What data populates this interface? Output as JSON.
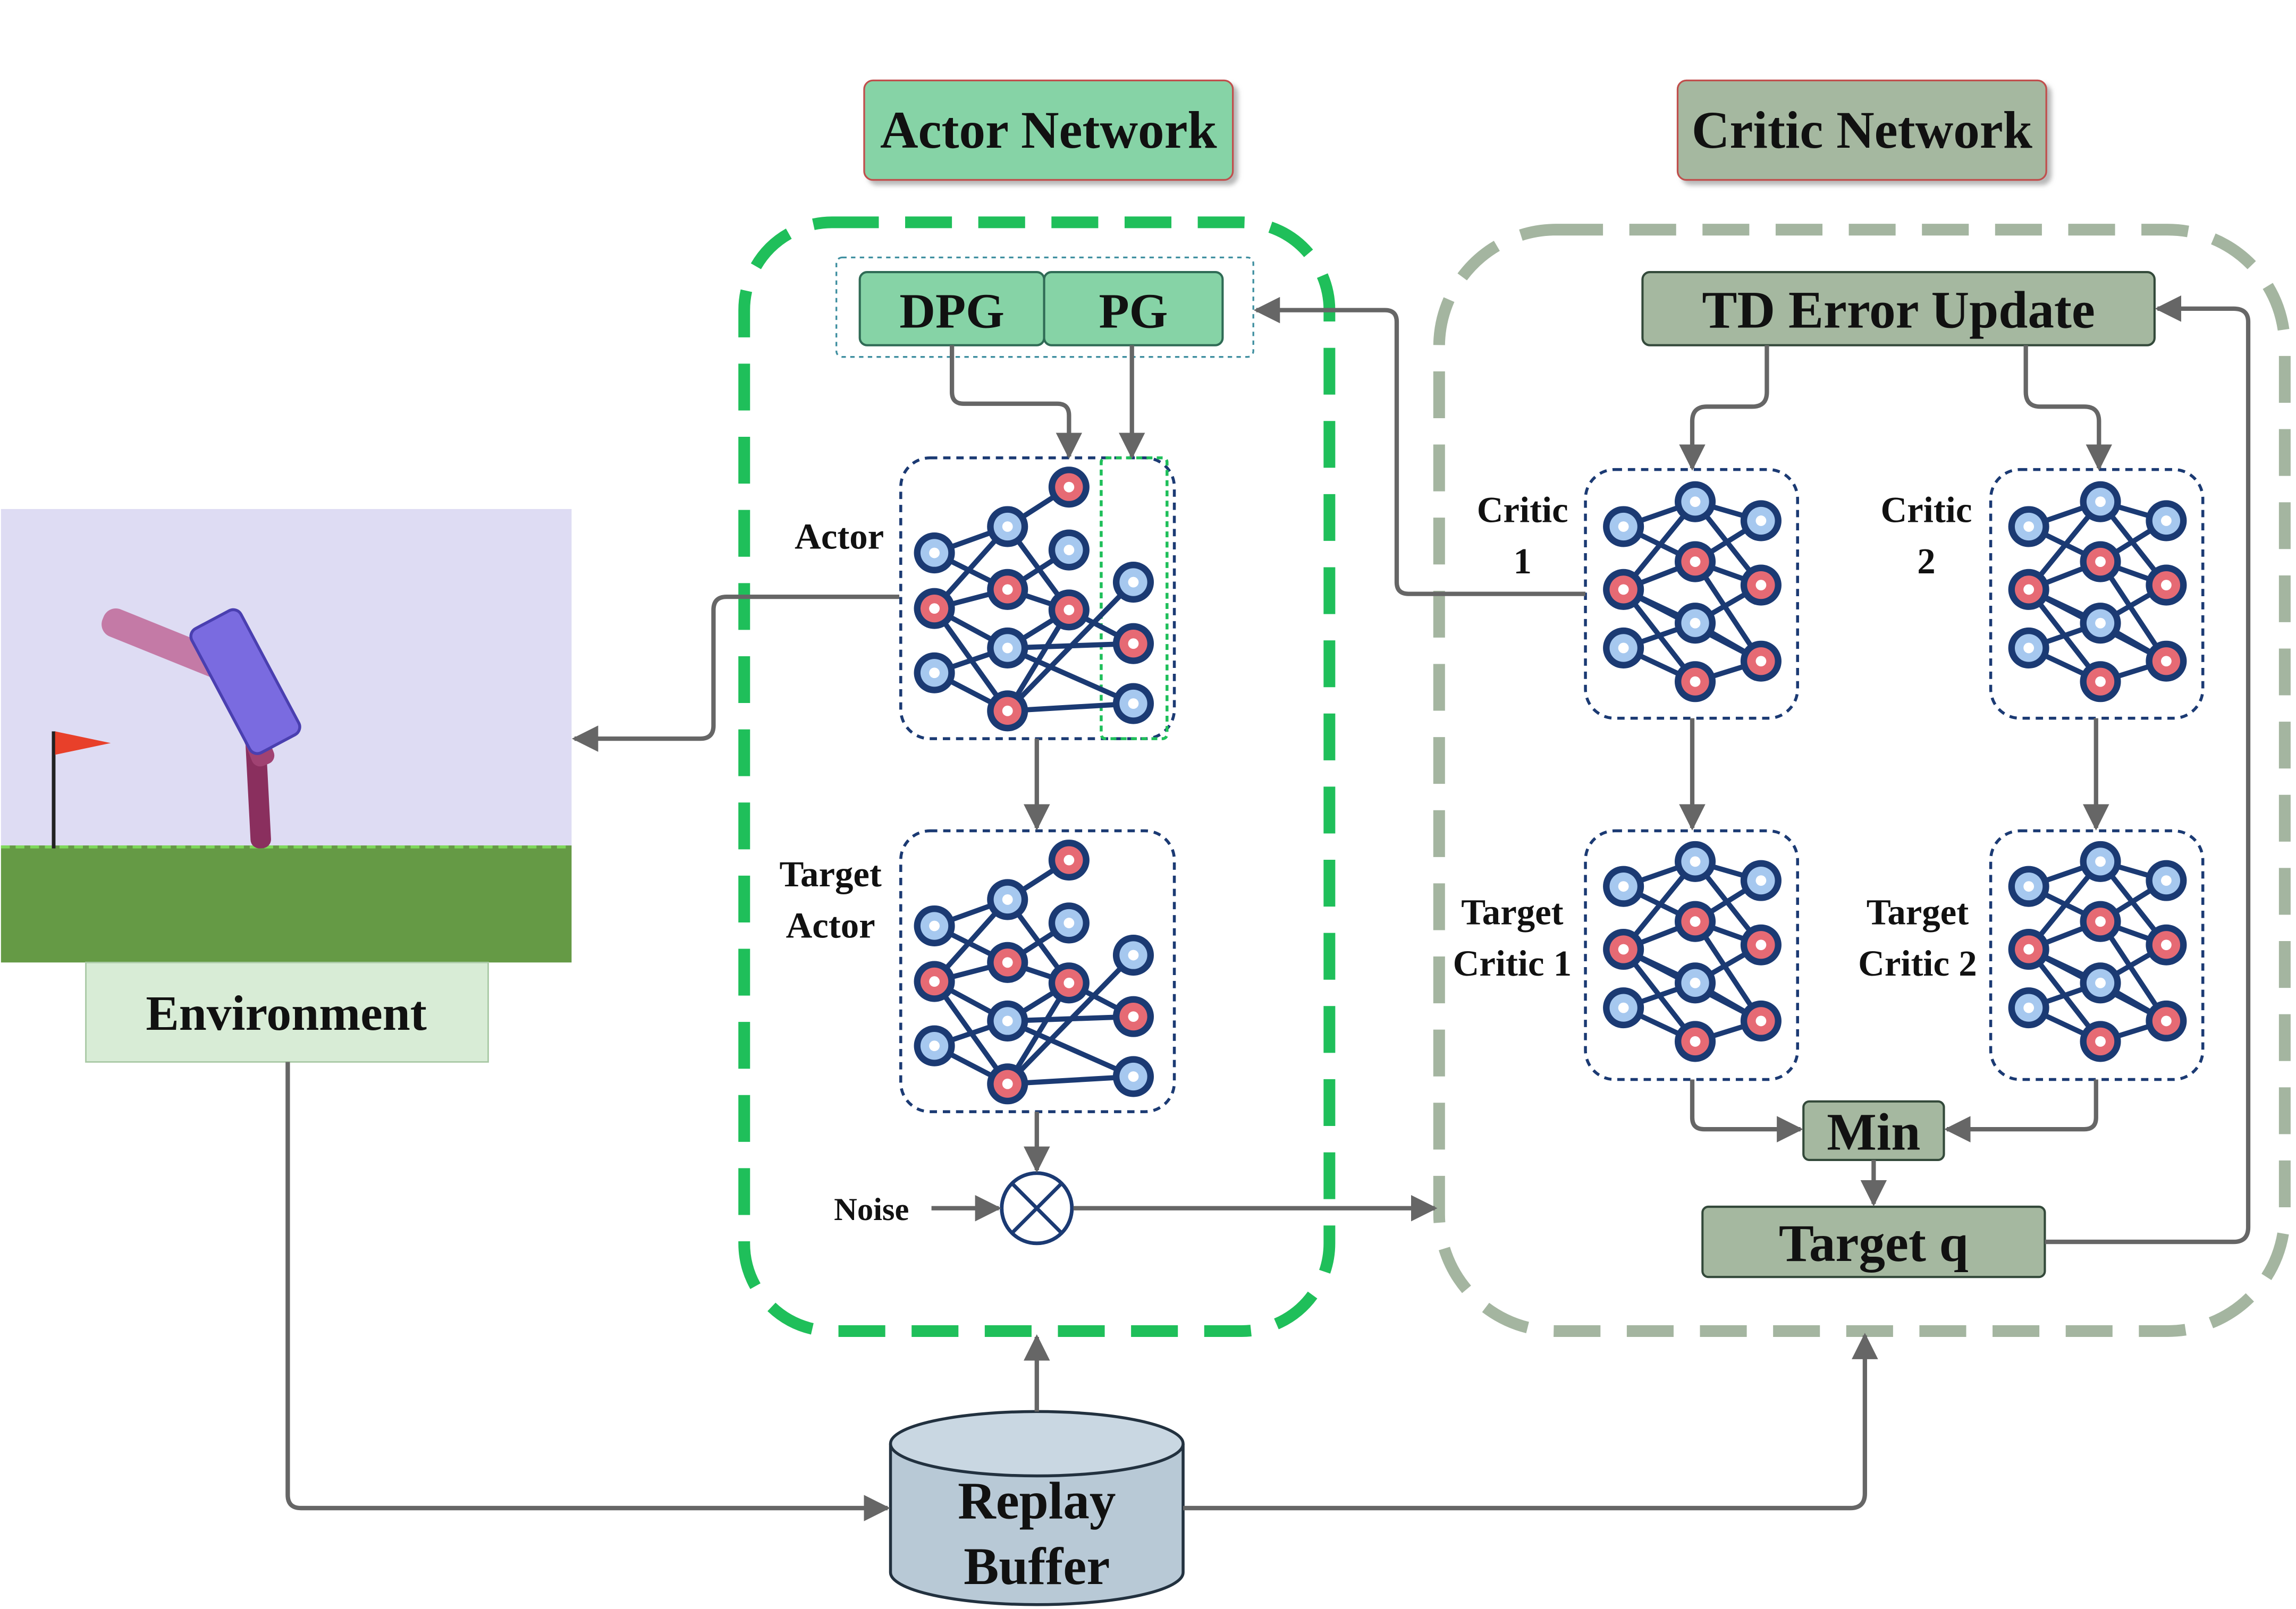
{
  "titles": {
    "actor_network": "Actor Network",
    "critic_network": "Critic Network"
  },
  "actor": {
    "dpg": "DPG",
    "pg": "PG",
    "actor_label": "Actor",
    "target_actor_line1": "Target",
    "target_actor_line2": "Actor",
    "noise": "Noise"
  },
  "critic": {
    "td_error_update": "TD Error Update",
    "critic1_line1": "Critic",
    "critic1_line2": "1",
    "critic2_line1": "Critic",
    "critic2_line2": "2",
    "target_critic1_line1": "Target",
    "target_critic1_line2": "Critic 1",
    "target_critic2_line1": "Target",
    "target_critic2_line2": "Critic 2",
    "min": "Min",
    "target_q": "Target q"
  },
  "environment": {
    "label": "Environment"
  },
  "replay_buffer": {
    "line1": "Replay",
    "line2": "Buffer"
  },
  "colors": {
    "actor_green": "#86d3a6",
    "actor_dash": "#1fbf5a",
    "critic_gray": "#a5b8a0",
    "critic_dash": "#a4b5a0",
    "arrow": "#666666",
    "node_blue": "#a6c8ef",
    "node_red": "#e66a74",
    "node_ring": "#1b3a73",
    "env_sky": "#dedcf3",
    "env_ground": "#659a45",
    "env_label_bg": "#d8ecd6",
    "replay_fill": "#b8c9d6"
  }
}
